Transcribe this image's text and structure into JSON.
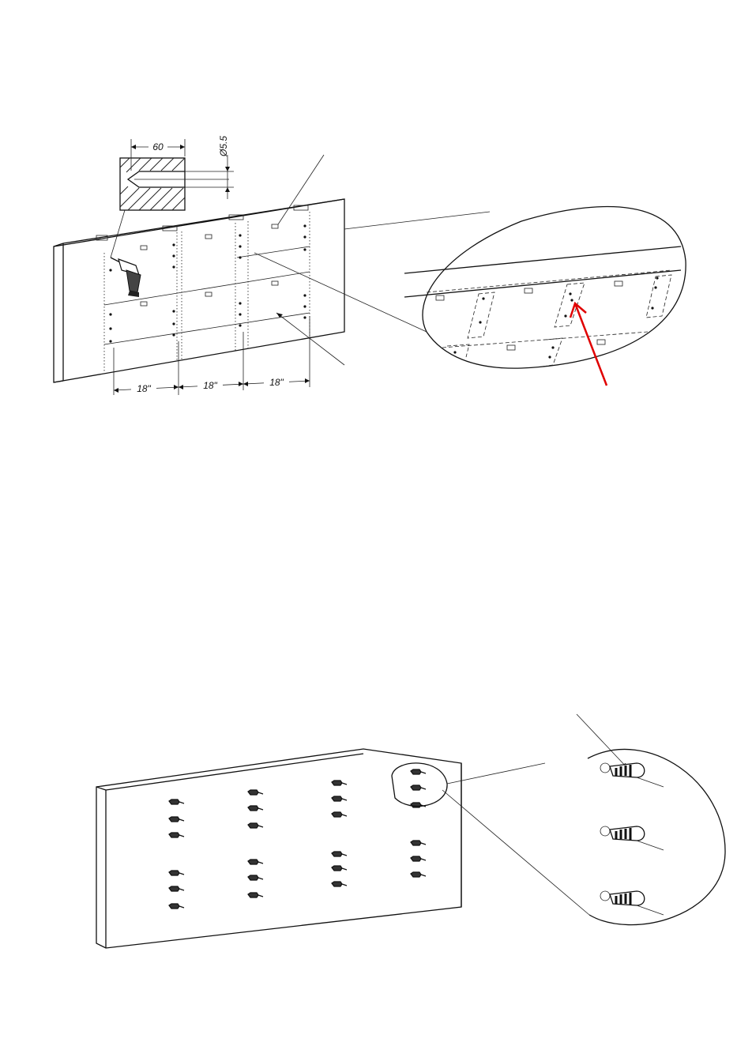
{
  "dimensions": {
    "drill_depth": "60",
    "drill_diameter": "Ø5.5",
    "spacing": [
      "18\"",
      "18\"",
      "18\""
    ]
  },
  "colors": {
    "line": "#111111",
    "highlight_arrow": "#e00000",
    "background": "#ffffff"
  },
  "icons": [
    "drill-icon",
    "wall-anchor-icon",
    "template-sheet-icon"
  ]
}
